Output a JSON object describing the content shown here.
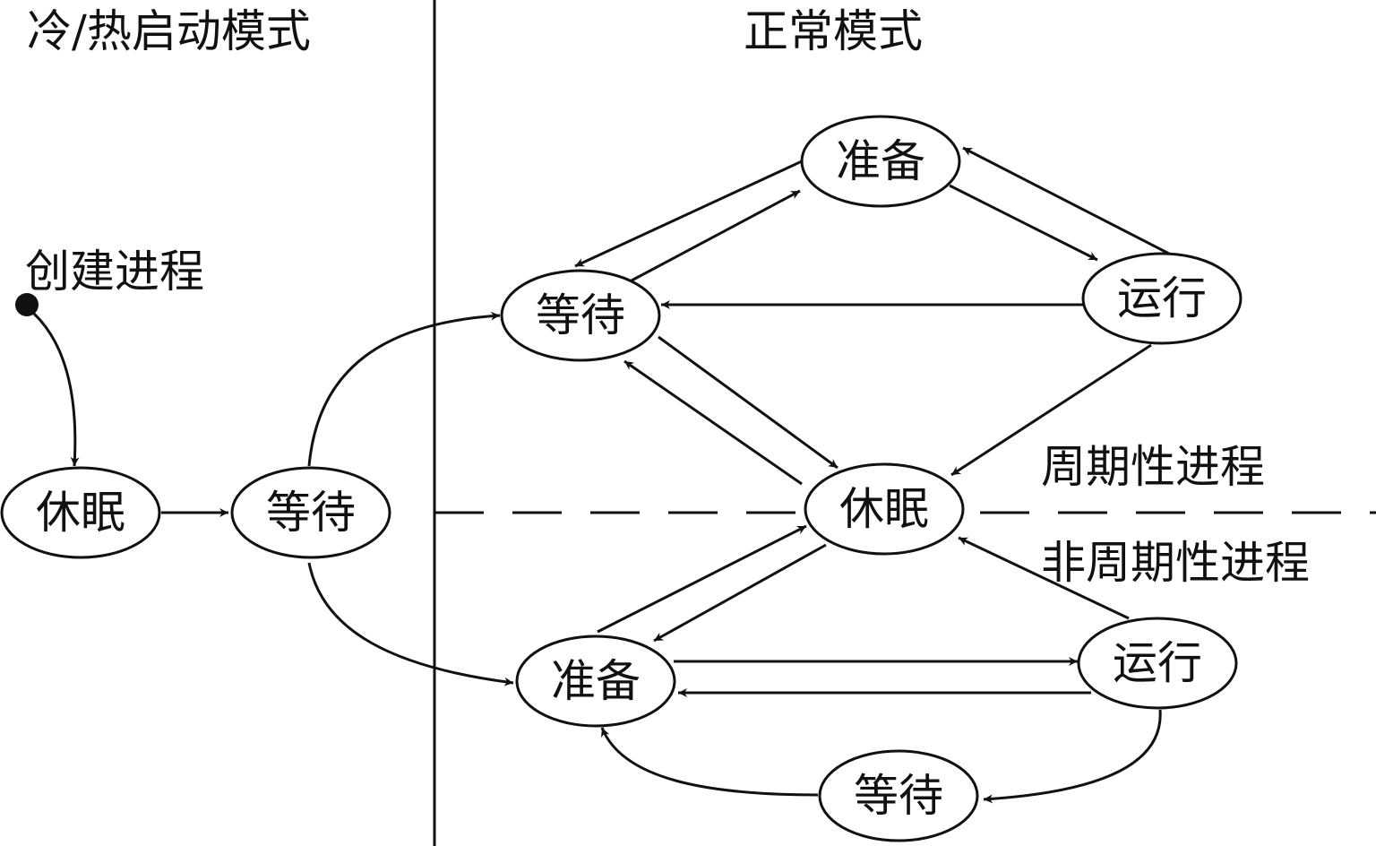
{
  "headings": {
    "left": "冷/热启动模式",
    "right": "正常模式"
  },
  "labels": {
    "create_process": "创建进程",
    "periodic": "周期性进程",
    "aperiodic": "非周期性进程"
  },
  "nodes": {
    "sleep_start": "休眠",
    "wait_start": "等待",
    "ready_top": "准备",
    "wait_top": "等待",
    "run_top": "运行",
    "sleep_mid": "休眠",
    "ready_bot": "准备",
    "run_bot": "运行",
    "wait_bot": "等待"
  }
}
